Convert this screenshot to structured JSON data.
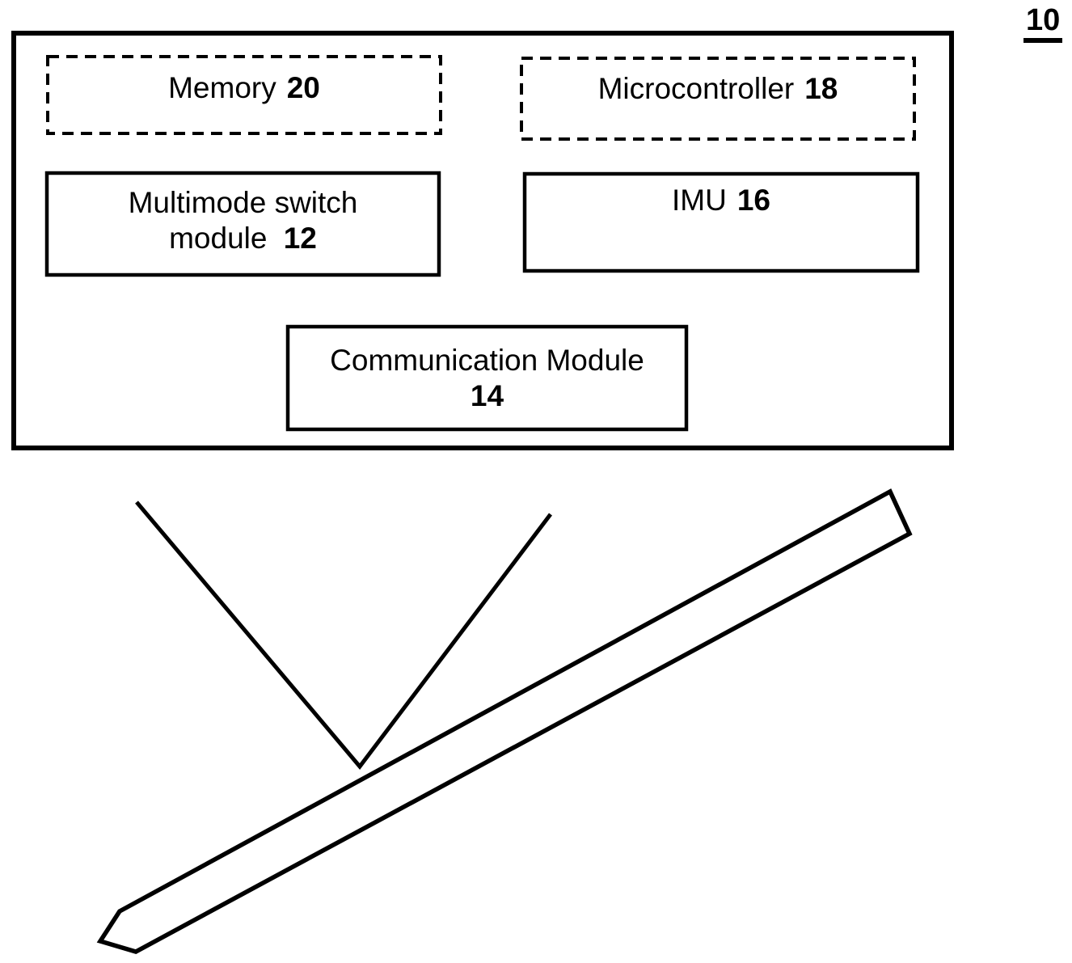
{
  "figure": {
    "reference_label": "10",
    "boxes": {
      "memory": {
        "label": "Memory",
        "ref": "20",
        "border": "dashed"
      },
      "microcontroller": {
        "label": "Microcontroller",
        "ref": "18",
        "border": "dashed"
      },
      "multimode_switch": {
        "line1": "Multimode switch",
        "line2_label": "module",
        "ref": "12",
        "border": "solid"
      },
      "imu": {
        "label": "IMU",
        "ref": "16",
        "border": "solid"
      },
      "communication": {
        "line1": "Communication Module",
        "ref": "14",
        "border": "solid"
      }
    },
    "drawing": {
      "stylus": "stylus-outline",
      "checkmark": "checkmark-stroke"
    },
    "colors": {
      "line": "#000000",
      "background": "#ffffff"
    }
  }
}
